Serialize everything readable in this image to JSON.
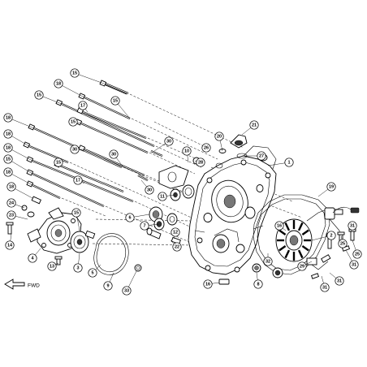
{
  "direction_label": "FWD",
  "callouts": [
    {
      "n": "15",
      "part": "bolt"
    },
    {
      "n": "18",
      "part": "bolt"
    },
    {
      "n": "15",
      "part": "bolt"
    },
    {
      "n": "17",
      "part": "bolt"
    },
    {
      "n": "18",
      "part": "bolt"
    },
    {
      "n": "15",
      "part": "bolt"
    },
    {
      "n": "18",
      "part": "bolt"
    },
    {
      "n": "30",
      "part": "bolt"
    },
    {
      "n": "18",
      "part": "bolt"
    },
    {
      "n": "15",
      "part": "bolt"
    },
    {
      "n": "30",
      "part": "bolt"
    },
    {
      "n": "15",
      "part": "bolt"
    },
    {
      "n": "18",
      "part": "bolt"
    },
    {
      "n": "18",
      "part": "bolt"
    },
    {
      "n": "17",
      "part": "bolt"
    },
    {
      "n": "15",
      "part": "bolt"
    },
    {
      "n": "30",
      "part": "bolt"
    },
    {
      "n": "10",
      "part": "oil seal"
    },
    {
      "n": "26",
      "part": "o-ring"
    },
    {
      "n": "20",
      "part": "cap"
    },
    {
      "n": "21",
      "part": "dipstick"
    },
    {
      "n": "27",
      "part": "o-ring"
    },
    {
      "n": "1",
      "part": "left crankcase cover"
    },
    {
      "n": "28",
      "part": "washer"
    },
    {
      "n": "11",
      "part": "seal"
    },
    {
      "n": "30",
      "part": "bolt"
    },
    {
      "n": "24",
      "part": "fitting"
    },
    {
      "n": "23",
      "part": "fitting"
    },
    {
      "n": "19",
      "part": "gasket"
    },
    {
      "n": "6",
      "part": "bearing"
    },
    {
      "n": "7",
      "part": "bearing"
    },
    {
      "n": "12",
      "part": "shaft"
    },
    {
      "n": "22",
      "part": "pin"
    },
    {
      "n": "15",
      "part": "bolt"
    },
    {
      "n": "14",
      "part": "bolt"
    },
    {
      "n": "4",
      "part": "water pump cover"
    },
    {
      "n": "3",
      "part": "impeller"
    },
    {
      "n": "13",
      "part": "screw"
    },
    {
      "n": "5",
      "part": "gasket"
    },
    {
      "n": "9",
      "part": "o-ring"
    },
    {
      "n": "33",
      "part": "washer"
    },
    {
      "n": "16",
      "part": "dowel"
    },
    {
      "n": "8",
      "part": "cap"
    },
    {
      "n": "16",
      "part": "dowel"
    },
    {
      "n": "2",
      "part": "stator"
    },
    {
      "n": "32",
      "part": "bolt"
    },
    {
      "n": "29",
      "part": "bolt"
    },
    {
      "n": "25",
      "part": "screw"
    },
    {
      "n": "31",
      "part": "bolt"
    },
    {
      "n": "25",
      "part": "screw"
    },
    {
      "n": "31",
      "part": "bolt"
    },
    {
      "n": "31",
      "part": "bolt"
    },
    {
      "n": "31",
      "part": "bolt"
    }
  ]
}
